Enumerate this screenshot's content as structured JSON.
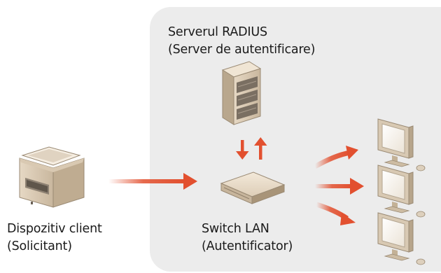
{
  "radius_server": {
    "name": "Serverul RADIUS",
    "role": "(Server de autentificare)"
  },
  "client_device": {
    "name": "Dispozitiv client",
    "role": "(Solicitant)"
  },
  "switch": {
    "name": "Switch LAN",
    "role": "(Autentificator)"
  },
  "icons": {
    "radius_server": "server-rack-icon",
    "client_device": "multifunction-printer-icon",
    "switch": "network-switch-icon",
    "computers": "desktop-computer-icon"
  },
  "colors": {
    "arrow": "#e2502f",
    "panel": "#ececec"
  }
}
